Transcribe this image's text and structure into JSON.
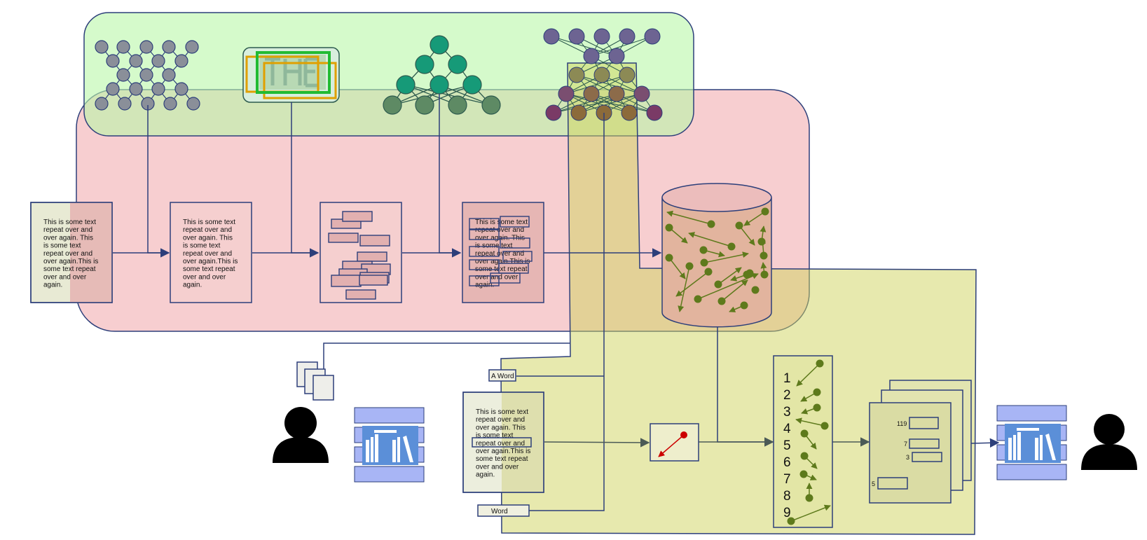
{
  "documents": {
    "doc_text_lines": [
      "This is some text",
      "repeat over and",
      "over again. This",
      "is some text",
      "repeat over and",
      "over again.This is",
      "some text repeat",
      "over and over",
      "again."
    ]
  },
  "words": {
    "a_word": "A Word",
    "word": "Word"
  },
  "numbered_list": [
    "1",
    "2",
    "3",
    "4",
    "5",
    "6",
    "7",
    "8",
    "9"
  ],
  "stacked_page": {
    "values": [
      "119",
      "7",
      "3",
      "5"
    ]
  },
  "icons": {
    "person_left": "person-icon",
    "person_right": "person-icon",
    "library_left": "library-icon",
    "library_right": "library-icon",
    "database": "database-cylinder-icon",
    "file_stack": "file-stack-icon"
  },
  "colors": {
    "green_region": "#d2fdcc",
    "red_region": "#f7ced0",
    "yellow_region": "#e2e4a0",
    "stroke": "#2d3f7a",
    "node_gray": "#8a8f99",
    "node_teal": "#169a78",
    "node_sage": "#5e8a64",
    "node_purple": "#6d6492",
    "node_olive": "#5e7a1c",
    "arrow_red": "#cc0000",
    "library_blue": "#a8b5f5",
    "library_icon_blue": "#5b8fd8"
  }
}
